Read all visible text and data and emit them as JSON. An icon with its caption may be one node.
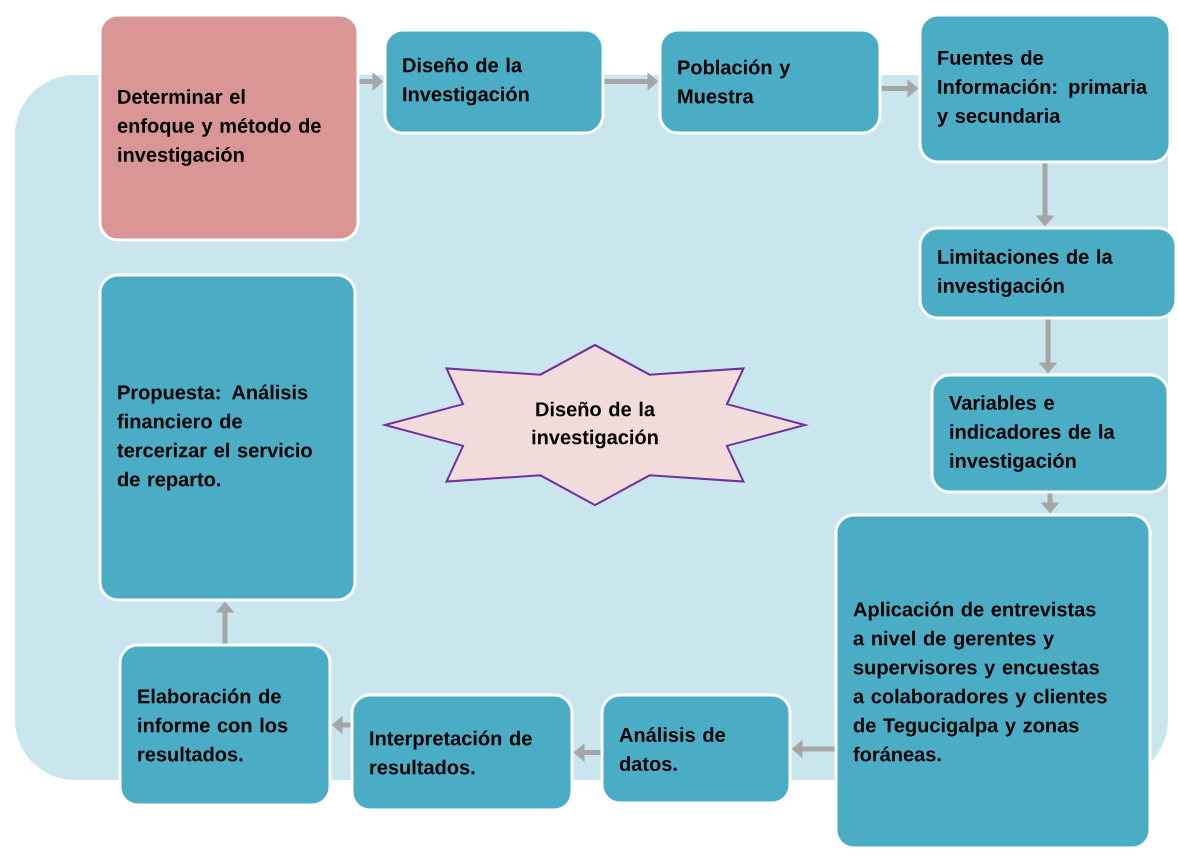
{
  "diagram": {
    "nodes": [
      {
        "text": [
          "Determinar el enfoque y método de investigación"
        ]
      },
      {
        "text": [
          "Diseño de la Investigación"
        ]
      },
      {
        "text": [
          "Población y Muestra"
        ]
      },
      {
        "text": [
          "Fuentes de Información: primaria y secundaria"
        ]
      },
      {
        "text": [
          "Limitaciones de la investigación"
        ]
      },
      {
        "text": [
          "Variables e indicadores de la investigación"
        ]
      },
      {
        "text": [
          "Aplicación de entrevistas a nivel de gerentes y supervisores y encuestas a colaboradores y clientes de Tegucigalpa y zonas foráneas."
        ]
      },
      {
        "text": [
          "Análisis de datos."
        ]
      },
      {
        "text": [
          "Interpretación de resultados."
        ]
      },
      {
        "text": [
          "Elaboración de informe con los resultados."
        ]
      },
      {
        "text": [
          "Propuesta: Análisis financiero de tercerizar el servicio de reparto."
        ]
      },
      {
        "text": [
          "Diseño de la investigación"
        ]
      }
    ],
    "edges": [
      {
        "from": 0,
        "to": 1,
        "arrow": "to"
      },
      {
        "from": 1,
        "to": 2,
        "arrow": "to"
      },
      {
        "from": 2,
        "to": 3,
        "arrow": "to"
      },
      {
        "from": 3,
        "to": 4,
        "arrow": "to"
      },
      {
        "from": 4,
        "to": 5,
        "arrow": "to"
      },
      {
        "from": 5,
        "to": 6,
        "arrow": "to"
      },
      {
        "from": 6,
        "to": 7,
        "arrow": "to"
      },
      {
        "from": 7,
        "to": 8,
        "arrow": "to"
      },
      {
        "from": 8,
        "to": 9,
        "arrow": "to"
      },
      {
        "from": 9,
        "to": 10,
        "arrow": "to"
      }
    ]
  }
}
